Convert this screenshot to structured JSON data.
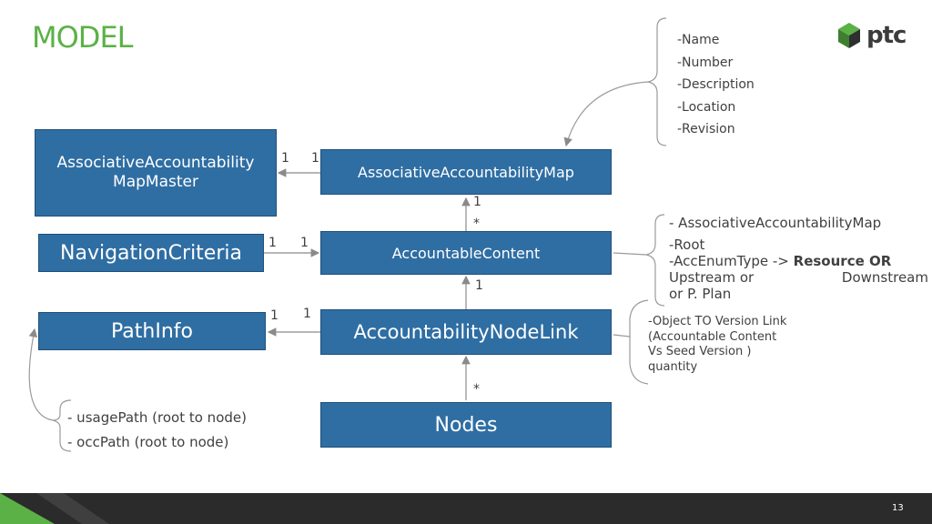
{
  "title": "MODEL",
  "logo": {
    "text": "ptc"
  },
  "boxes": {
    "master_line1": "AssociativeAccountability",
    "master_line2": "MapMaster",
    "map": "AssociativeAccountabilityMap",
    "navigation": "NavigationCriteria",
    "content": "AccountableContent",
    "pathinfo": "PathInfo",
    "nodelink": "AccountabilityNodeLink",
    "nodes": "Nodes"
  },
  "multiplicities": {
    "master_left": "1",
    "master_right": "1",
    "map_below": "1",
    "content_above": "*",
    "nav_left": "1",
    "nav_right": "1",
    "content_below": "1",
    "path_left": "1",
    "path_right": "1",
    "nodes_above": "*"
  },
  "notes": {
    "map_attrs": [
      "-Name",
      "-Number",
      "-Description",
      "-Location",
      "-Revision"
    ],
    "content_attrs": {
      "line1": "- AssociativeAccountabilityMap",
      "line2": "-Root",
      "line3_prefix": "-AccEnumType -> ",
      "line3_bold": "Resource OR",
      "line4a": "Upstream or",
      "line4b": "Downstream",
      "line5": "or P. Plan"
    },
    "nodelink_attrs": [
      "-Object TO Version Link",
      "(Accountable Content",
      "Vs Seed Version )",
      "quantity"
    ],
    "pathinfo_attrs": [
      "- usagePath (root to node)",
      "- occPath (root to node)"
    ]
  },
  "page_number": "13",
  "colors": {
    "accent": "#5bb146",
    "box": "#2f6ea3",
    "footer_dark": "#2b2b2b",
    "footer_green": "#5bb146"
  }
}
